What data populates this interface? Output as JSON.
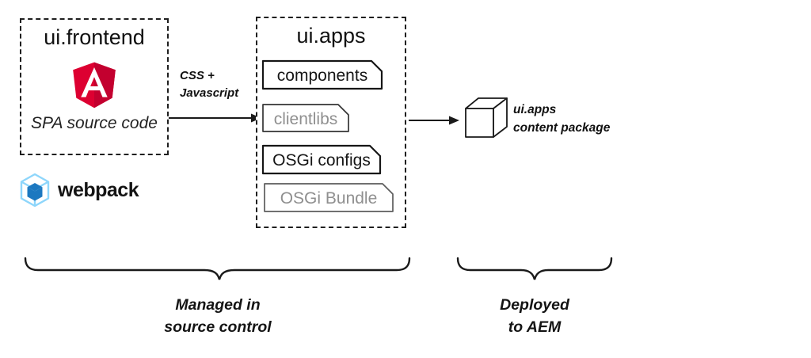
{
  "frontend_box": {
    "title": "ui.frontend",
    "subtitle": "SPA source code"
  },
  "webpack": {
    "label": "webpack"
  },
  "arrow1_label": {
    "line1": "CSS +",
    "line2": "Javascript"
  },
  "apps_box": {
    "title": "ui.apps",
    "items": [
      {
        "label": "components",
        "state": "active"
      },
      {
        "label": "clientlibs",
        "state": "inactive"
      },
      {
        "label": "OSGi configs",
        "state": "active"
      },
      {
        "label": "OSGi Bundle",
        "state": "inactive"
      }
    ]
  },
  "package": {
    "line1": "ui.apps",
    "line2": "content package"
  },
  "captions": {
    "managed": {
      "line1": "Managed in",
      "line2": "source control"
    },
    "deployed": {
      "line1": "Deployed",
      "line2": "to AEM"
    }
  },
  "icons": {
    "angular": "angular-logo",
    "webpack": "webpack-cube-logo",
    "package": "content-package-cube"
  },
  "colors": {
    "angular_red": "#DD0031",
    "angular_dark_red": "#C3002F",
    "webpack_light_blue": "#8ED6FB",
    "webpack_dark_blue": "#1C78C0",
    "line_black": "#1a1a1a",
    "muted_gray": "#8f8f8f"
  }
}
